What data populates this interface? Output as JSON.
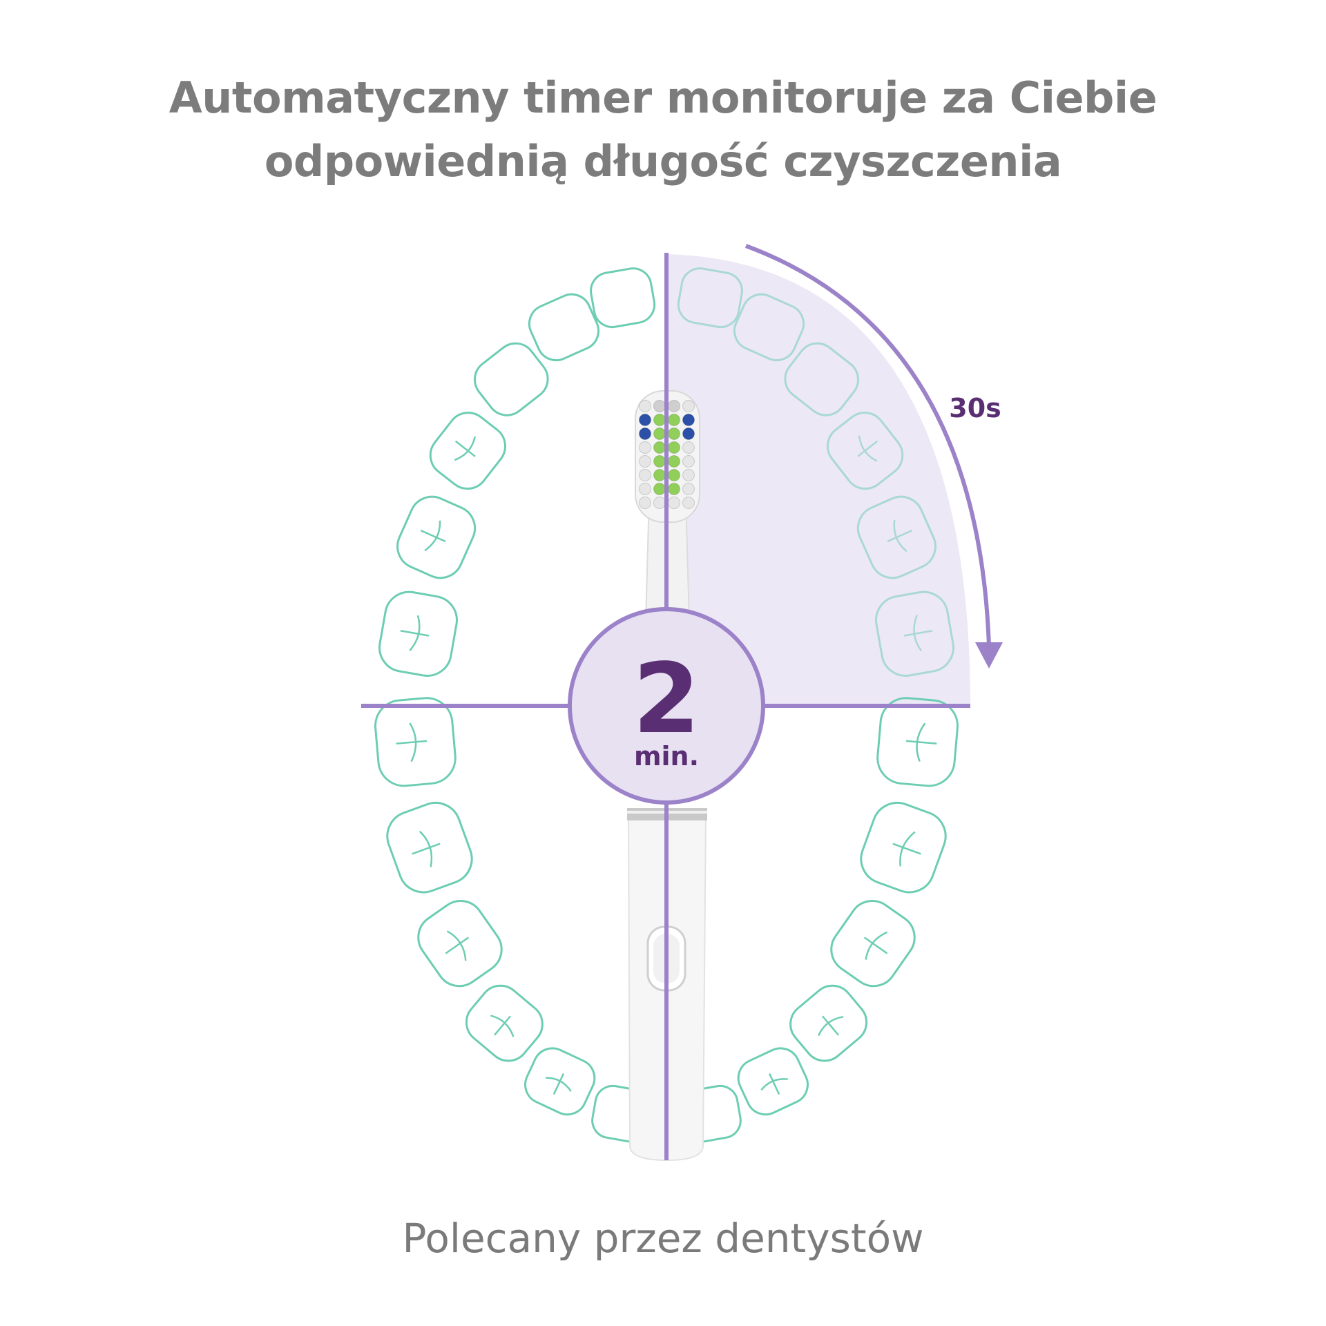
{
  "headline": {
    "line1": "Automatyczny timer monitoruje za Ciebie",
    "line2": "odpowiednią długość czyszczenia"
  },
  "timer": {
    "value": "2",
    "unit": "min.",
    "quadrant_label": "30s"
  },
  "footer": {
    "text": "Polecany przez dentystów"
  },
  "colors": {
    "headline": "#7c7c7c",
    "accent_purple": "#9b82c9",
    "quadrant_fill": "#ede8f6",
    "center_circle_fill": "#e7e1f2",
    "dark_purple_text": "#5a2e72",
    "teeth_outline": "#6ccdb3",
    "teeth_outline_faded": "#a9d8d6",
    "bristles_green": "#8fcf5a",
    "bristles_blue": "#2c4fa8"
  },
  "icons": [
    "teeth-arch-icon",
    "toothbrush-icon",
    "arrow-clockwise-icon"
  ]
}
